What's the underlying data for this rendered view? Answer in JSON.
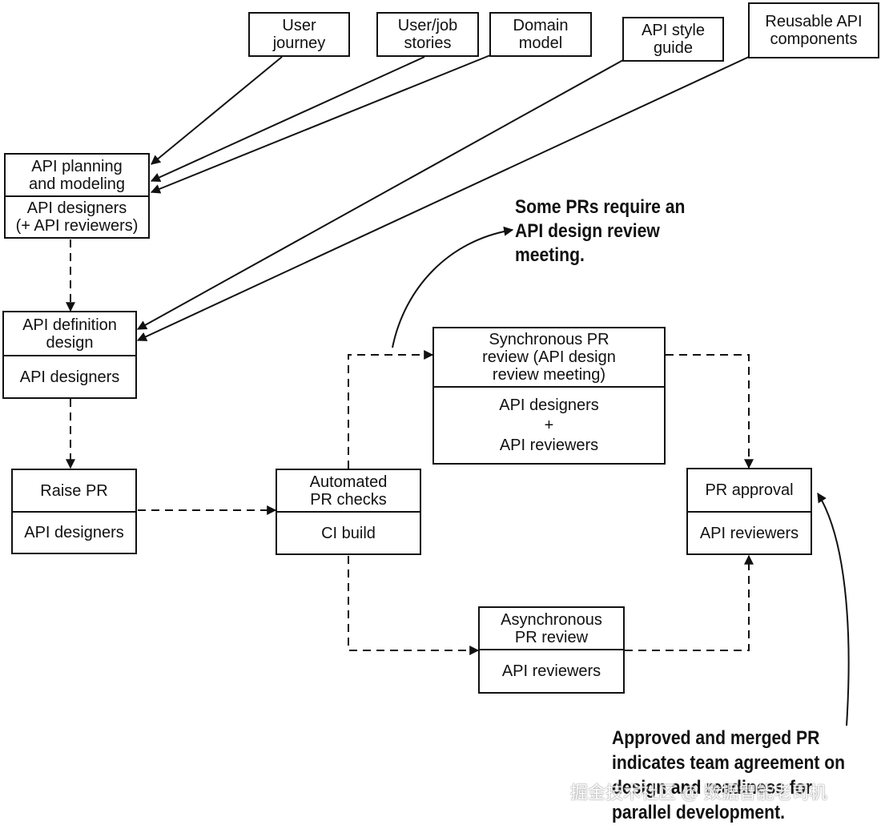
{
  "inputs": {
    "user_journey": [
      "User",
      "journey"
    ],
    "user_job_stories": [
      "User/job",
      "stories"
    ],
    "domain_model": [
      "Domain",
      "model"
    ],
    "api_style_guide": [
      "API style",
      "guide"
    ],
    "reusable_api_components": [
      "Reusable API",
      "components"
    ]
  },
  "stages": {
    "planning": {
      "title": [
        "API planning",
        "and modeling"
      ],
      "role": [
        "API designers",
        "(+ API reviewers)"
      ]
    },
    "definition": {
      "title": [
        "API definition",
        "design"
      ],
      "role": [
        "API designers"
      ]
    },
    "raise_pr": {
      "title": [
        "Raise PR"
      ],
      "role": [
        "API designers"
      ]
    },
    "automated_checks": {
      "title": [
        "Automated",
        "PR checks"
      ],
      "role": [
        "CI build"
      ]
    },
    "sync_review": {
      "title": [
        "Synchronous PR",
        "review (API design",
        "review meeting)"
      ],
      "role": [
        "API designers",
        "+",
        "API reviewers"
      ]
    },
    "async_review": {
      "title": [
        "Asynchronous",
        "PR review"
      ],
      "role": [
        "API reviewers"
      ]
    },
    "pr_approval": {
      "title": [
        "PR approval"
      ],
      "role": [
        "API reviewers"
      ]
    }
  },
  "notes": {
    "sync_note": [
      "Some PRs require an",
      "API design review",
      "meeting."
    ],
    "approval_note": [
      "Approved and merged PR",
      "indicates team agreement on",
      "design and readiness for",
      "parallel development."
    ]
  },
  "watermark": "掘金技术社区 @ 数据智能老司机",
  "colors": {
    "ink": "#111111",
    "background": "#ffffff"
  }
}
